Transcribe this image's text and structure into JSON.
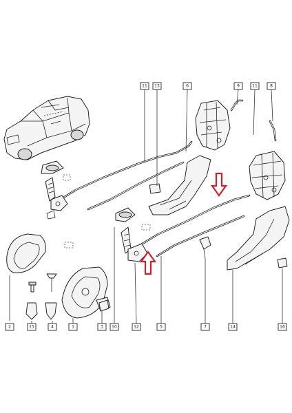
{
  "callouts": [
    {
      "id": "c11-top",
      "label": "11",
      "icon": "label-box"
    },
    {
      "id": "c13",
      "label": "13",
      "icon": "label-box"
    },
    {
      "id": "c6",
      "label": "6",
      "icon": "label-box"
    },
    {
      "id": "c9",
      "label": "9",
      "icon": "label-box"
    },
    {
      "id": "c11-right",
      "label": "11",
      "icon": "label-box"
    },
    {
      "id": "c8",
      "label": "8",
      "icon": "label-box"
    },
    {
      "id": "c2",
      "label": "2",
      "icon": "label-box"
    },
    {
      "id": "c15",
      "label": "15",
      "icon": "label-box"
    },
    {
      "id": "c4",
      "label": "4",
      "icon": "label-box"
    },
    {
      "id": "c1",
      "label": "1",
      "icon": "label-box"
    },
    {
      "id": "c3",
      "label": "3",
      "icon": "label-box"
    },
    {
      "id": "c10",
      "label": "10",
      "icon": "label-box"
    },
    {
      "id": "c12",
      "label": "12",
      "icon": "label-box"
    },
    {
      "id": "c5",
      "label": "5",
      "icon": "label-box"
    },
    {
      "id": "c7",
      "label": "7",
      "icon": "label-box"
    },
    {
      "id": "c14",
      "label": "14",
      "icon": "label-box"
    },
    {
      "id": "c16",
      "label": "16",
      "icon": "label-box"
    }
  ],
  "arrows": [
    {
      "id": "arrow-down",
      "direction": "down",
      "color": "#d0202a"
    },
    {
      "id": "arrow-up",
      "direction": "up",
      "color": "#d0202a"
    }
  ],
  "colors": {
    "line": "#222222",
    "accent_arrow": "#d0202a",
    "background": "#ffffff"
  }
}
